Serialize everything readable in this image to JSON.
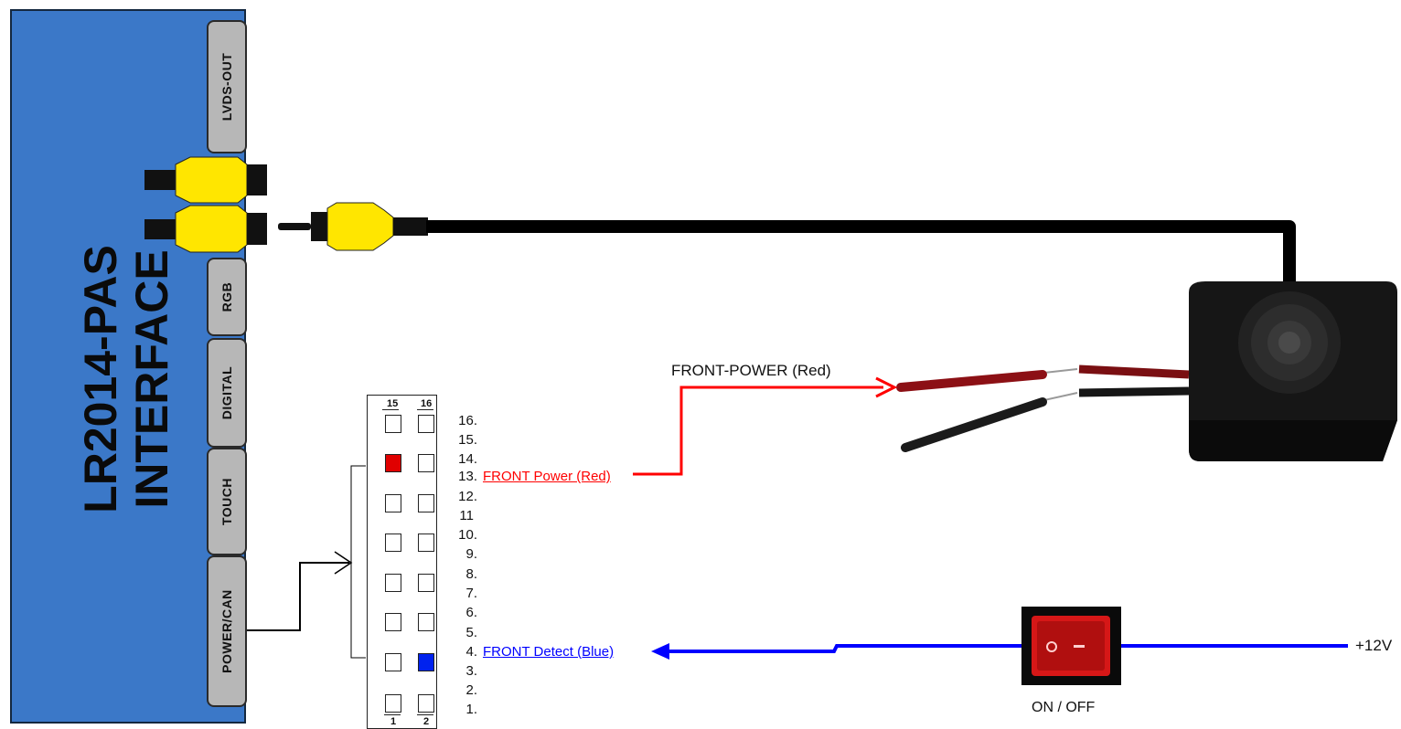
{
  "interface": {
    "title_line1": "LR2014-PAS",
    "title_line2": "INTERFACE",
    "ports": [
      "LVDS-OUT",
      "RGB",
      "DIGITAL",
      "TOUCH",
      "POWER/CAN"
    ]
  },
  "connector": {
    "top_pins": [
      "15",
      "16"
    ],
    "bottom_pins": [
      "1",
      "2"
    ],
    "pin_numbers": [
      "16.",
      "15.",
      "14.",
      "13.",
      "12.",
      "11",
      "10.",
      "9.",
      "8.",
      "7.",
      "6.",
      "5.",
      "4.",
      "3.",
      "2.",
      "1."
    ],
    "front_power_label": "FRONT Power (Red)",
    "front_detect_label": "FRONT Detect (Blue)"
  },
  "camera": {
    "power_wire_label": "FRONT-POWER (Red)"
  },
  "switch": {
    "label": "ON / OFF",
    "supply_label": "+12V"
  },
  "colors": {
    "interface_blue": "#3b78c8",
    "rca_yellow": "#ffe600",
    "power_red": "#ff0000",
    "detect_blue": "#0000ff",
    "port_gray": "#b7b7b7"
  }
}
